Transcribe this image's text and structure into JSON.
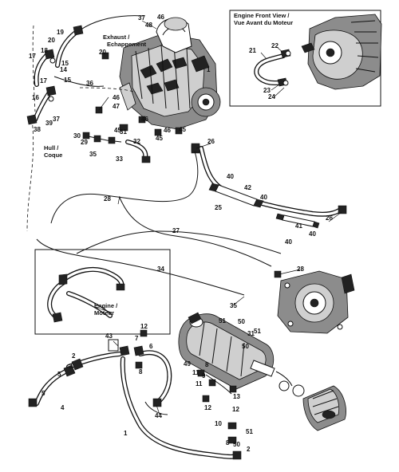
{
  "callouts": {
    "engine_front_view": "Engine Front View /",
    "vue_avant": "Vue Avant du Moteur",
    "exhaust": "Exhaust /",
    "echappement": "Echappement",
    "hull": "Hull /",
    "coque": "Coque",
    "engine_inset": "Engine /",
    "moteur_inset": "Moteur"
  },
  "part_numbers": {
    "n1": "1",
    "n2": "2",
    "n2b": "2",
    "n3": "3",
    "n4": "4",
    "n5": "5",
    "n5b": "5",
    "n6": "6",
    "n7": "7",
    "n8": "8",
    "n8b": "8",
    "n8c": "8",
    "n9": "9",
    "n10": "10",
    "n11": "11",
    "n11b": "11",
    "n12": "12",
    "n12b": "12",
    "n12c": "12",
    "n13": "13",
    "n14": "14",
    "n15": "15",
    "n15b": "15",
    "n16": "16",
    "n17": "17",
    "n17b": "17",
    "n18": "18",
    "n19": "19",
    "n20": "20",
    "n20b": "20",
    "n21": "21",
    "n22": "22",
    "n23": "23",
    "n24": "24",
    "n25": "25",
    "n26": "26",
    "n26b": "26",
    "n27": "27",
    "n28": "28",
    "n28b": "28",
    "n29": "29",
    "n30": "30",
    "n31": "31",
    "n31b": "31",
    "n32": "32",
    "n33": "33",
    "n34": "34",
    "n35": "35",
    "n35b": "35",
    "n36": "36",
    "n37": "37",
    "n37b": "37",
    "n38": "38",
    "n39": "39",
    "n40": "40",
    "n40b": "40",
    "n40c": "40",
    "n40d": "40",
    "n41": "41",
    "n42": "42",
    "n43": "43",
    "n44": "44",
    "n45": "45",
    "n45b": "45",
    "n45c": "45",
    "n46": "46",
    "n46b": "46",
    "n46c": "46",
    "n46d": "46",
    "n47": "47",
    "n48": "48",
    "n49": "49",
    "n50": "50",
    "n50b": "50",
    "n50c": "50",
    "n51": "51",
    "n51b": "51",
    "n51c": "51"
  }
}
